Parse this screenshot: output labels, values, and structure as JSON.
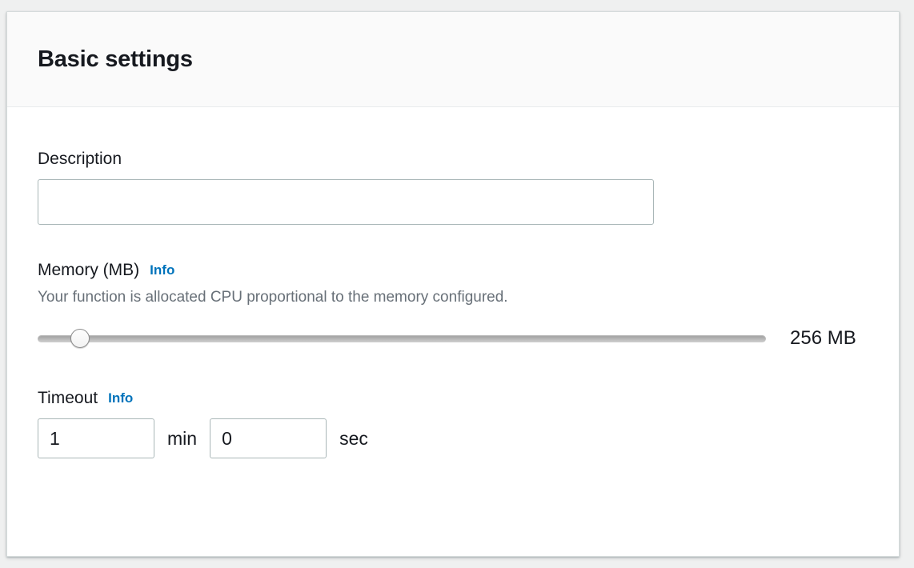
{
  "panel": {
    "title": "Basic settings"
  },
  "description_field": {
    "label": "Description",
    "value": "",
    "placeholder": ""
  },
  "memory_field": {
    "label": "Memory (MB)",
    "info_label": "Info",
    "description": "Your function is allocated CPU proportional to the memory configured.",
    "value_label": "256 MB",
    "slider": {
      "value": 256,
      "min": 128,
      "max": 10240,
      "thumb_percent": 5.8
    }
  },
  "timeout_field": {
    "label": "Timeout",
    "info_label": "Info",
    "minutes_value": "1",
    "minutes_unit": "min",
    "seconds_value": "0",
    "seconds_unit": "sec"
  },
  "colors": {
    "link_blue": "#0073bb",
    "text_dark": "#16191f",
    "text_muted": "#687078",
    "border": "#aab7b8",
    "header_bg": "#fafafa",
    "page_bg": "#eff0f0"
  }
}
